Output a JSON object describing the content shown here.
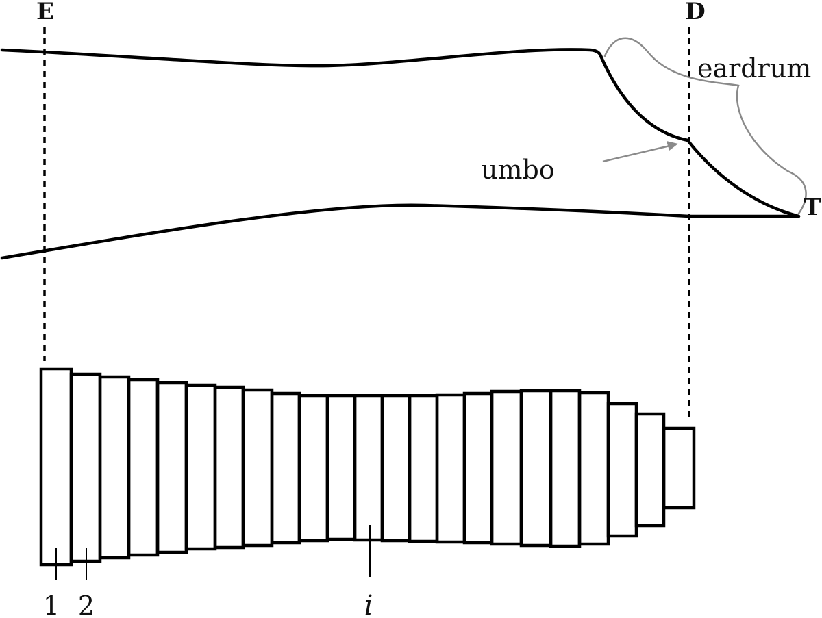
{
  "diagram": {
    "labels": {
      "entrance": "E",
      "eardrum_plane": "D",
      "tip": "T",
      "eardrum": "eardrum",
      "umbo": "umbo",
      "segment_1": "1",
      "segment_2": "2",
      "segment_i": "i"
    },
    "colors": {
      "outline": "#000000",
      "annotation": "#888888",
      "background": "#ffffff"
    },
    "segment_count": 23
  }
}
